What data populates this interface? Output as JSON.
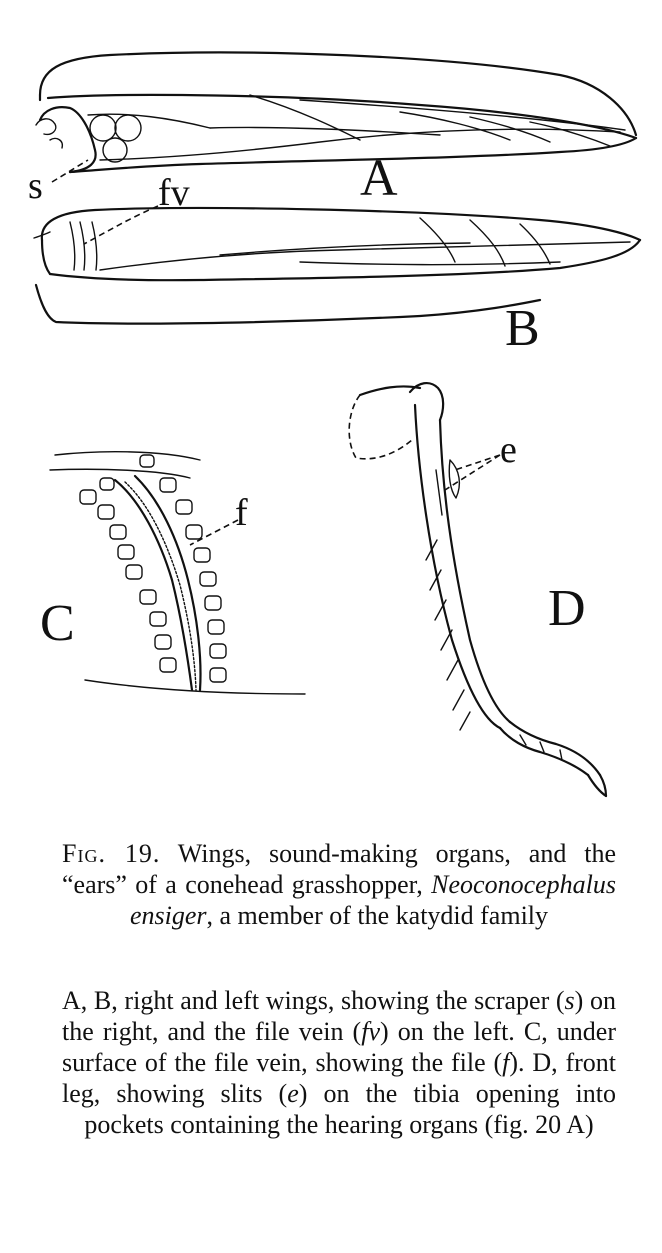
{
  "figure": {
    "panel_labels": {
      "a": "A",
      "b": "B",
      "c": "C",
      "d": "D"
    },
    "part_labels": {
      "scraper": "s",
      "file_vein": "fv",
      "file": "f",
      "ears": "e"
    }
  },
  "caption": {
    "fig_label": "Fig. 19.",
    "title_text": "Wings, sound-making organs, and the “ears” of a conehead grasshopper,",
    "species": "Neoconocephalus ensiger",
    "title_tail": ", a member of the katydid family",
    "body": {
      "p1": "A, B, right and left wings, showing the scraper (",
      "s": "s",
      "p2": ") on the right, and the file vein (",
      "fv": "fv",
      "p3": ") on the left.  C, under surface of the file vein, showing the file (",
      "f": "f",
      "p4": ").  D, front leg, showing slits (",
      "e": "e",
      "p5": ") on the tibia opening into pockets containing the hearing organs (fig. 20 A)"
    }
  }
}
